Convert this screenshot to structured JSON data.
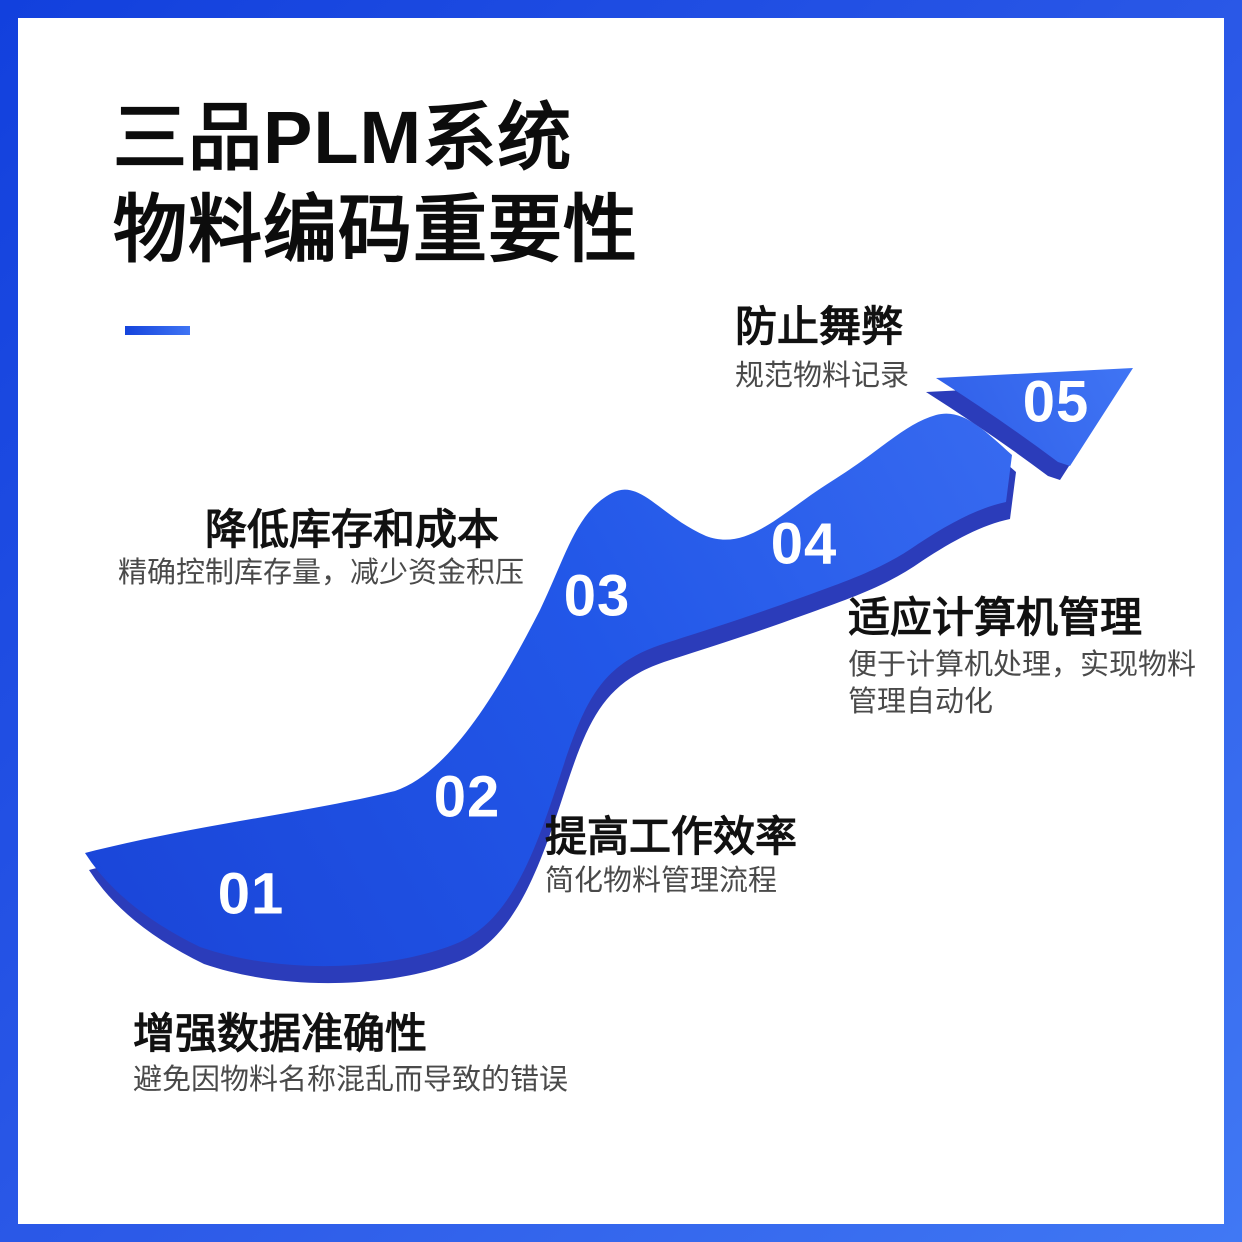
{
  "header": {
    "title_line1": "三品PLM系统",
    "title_line2": "物料编码重要性"
  },
  "steps": [
    {
      "number": "01",
      "title": "增强数据准确性",
      "desc": "避免因物料名称混乱而导致的错误"
    },
    {
      "number": "02",
      "title": "提高工作效率",
      "desc": "简化物料管理流程"
    },
    {
      "number": "03",
      "title": "降低库存和成本",
      "desc": "精确控制库存量，减少资金积压"
    },
    {
      "number": "04",
      "title": "适应计算机管理",
      "desc": "便于计算机处理，实现物料管理自动化"
    },
    {
      "number": "05",
      "title": "防止舞弊",
      "desc": "规范物料记录"
    }
  ],
  "colors": {
    "frame_gradient_start": "#1240dd",
    "frame_gradient_end": "#4078f4",
    "background": "#ffffff",
    "arrow_gradient_start": "#1a45d8",
    "arrow_gradient_mid": "#2257e8",
    "arrow_gradient_end": "#3d6ff2",
    "arrow_shadow": "#2b3cba",
    "accent_bar_start": "#1544dc",
    "accent_bar_end": "#3f74f4",
    "title_text": "#0c0c0c",
    "step_title_text": "#111111",
    "step_desc_text": "#4a4a4a",
    "number_text": "#ffffff"
  }
}
